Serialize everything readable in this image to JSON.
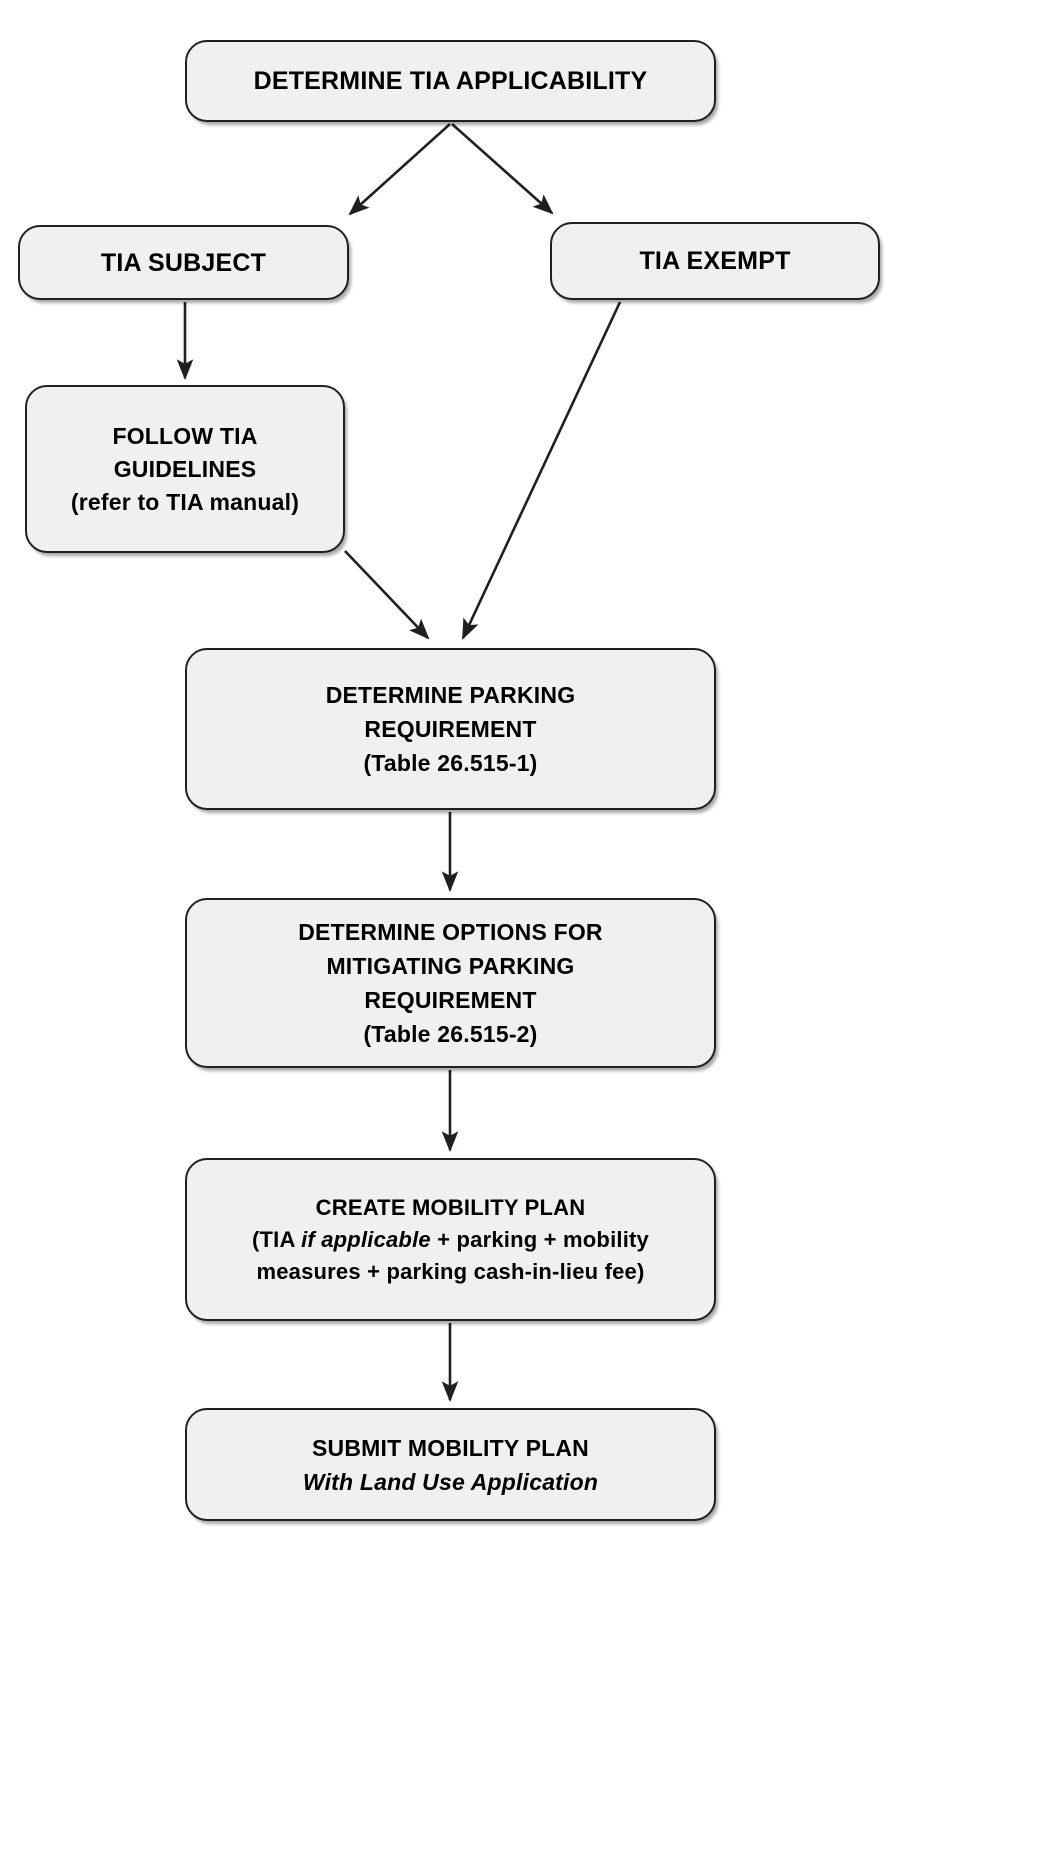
{
  "diagram": {
    "title": "TIA and Mobility Plan Process Flowchart",
    "box_fill": "#f0f0f0",
    "box_border": "#231f20",
    "connector_color": "#231f20",
    "text_color": "#000000"
  },
  "nodes": {
    "applicability": {
      "line1": "DETERMINE TIA APPLICABILITY"
    },
    "tia_subject": {
      "line1": "TIA SUBJECT"
    },
    "tia_exempt": {
      "line1": "TIA EXEMPT"
    },
    "follow_guidelines": {
      "line1": "FOLLOW TIA",
      "line2": "GUIDELINES",
      "line3": "(refer to TIA manual)"
    },
    "parking_requirement": {
      "line1": "DETERMINE PARKING",
      "line2": "REQUIREMENT",
      "line3": "(Table 26.515-1)"
    },
    "mitigating": {
      "line1": "DETERMINE OPTIONS FOR",
      "line2": "MITIGATING PARKING",
      "line3": "REQUIREMENT",
      "line4": "(Table 26.515-2)"
    },
    "create_plan": {
      "line1": "CREATE MOBILITY PLAN",
      "line2_a": "(TIA ",
      "line2_b": "if applicable",
      "line2_c": " + parking + mobility measures + parking cash-in-lieu fee)"
    },
    "submit_plan": {
      "line1": "SUBMIT MOBILITY PLAN",
      "line2": "With Land Use Application"
    }
  },
  "connectors": [
    {
      "name": "applicability-to-tia-subject",
      "from": "applicability",
      "to": "tia_subject"
    },
    {
      "name": "applicability-to-tia-exempt",
      "from": "applicability",
      "to": "tia_exempt"
    },
    {
      "name": "tia-subject-to-follow-guidelines",
      "from": "tia_subject",
      "to": "follow_guidelines"
    },
    {
      "name": "follow-guidelines-to-parking-requirement",
      "from": "follow_guidelines",
      "to": "parking_requirement"
    },
    {
      "name": "tia-exempt-to-parking-requirement",
      "from": "tia_exempt",
      "to": "parking_requirement"
    },
    {
      "name": "parking-requirement-to-mitigating",
      "from": "parking_requirement",
      "to": "mitigating"
    },
    {
      "name": "mitigating-to-create-plan",
      "from": "mitigating",
      "to": "create_plan"
    },
    {
      "name": "create-plan-to-submit-plan",
      "from": "create_plan",
      "to": "submit_plan"
    }
  ]
}
